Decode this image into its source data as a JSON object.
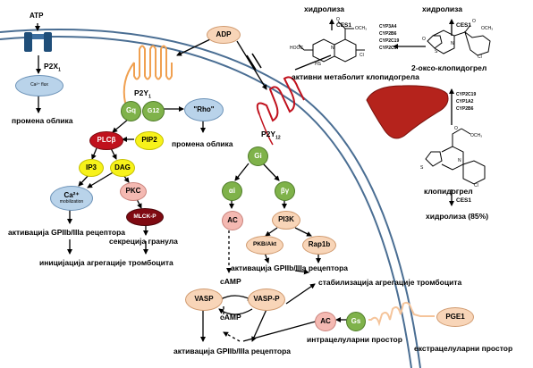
{
  "left": {
    "atp": "ATP",
    "p2x1": "P2X",
    "p2x1_sub": "1",
    "ca_flux": "Ca²⁺ flux",
    "shape_change_1": "промена облика",
    "p2y1": "P2Y",
    "p2y1_sub": "1",
    "gq": "Gq",
    "g12": "G12",
    "rho": "\"Rho\"",
    "shape_change_2": "промена облика",
    "plcb": "PLCβ",
    "pip2": "PIP2",
    "ip3": "IP3",
    "dag": "DAG",
    "ca_mob": "Ca²⁺",
    "ca_mob_sub": "mobilization",
    "pkc": "PKC",
    "mlck": "MLCK-P",
    "activation_1": "активација GPIIb/IIIa рецептора",
    "granule_secretion": "секреција гранула",
    "initiation": "иницијација агрегације тромбоцита"
  },
  "center": {
    "adp": "ADP",
    "p2y12": "P2Y",
    "p2y12_sub": "12",
    "gi": "Gi",
    "alpha_i": "αi",
    "beta_gamma": "βγ",
    "ac": "AC",
    "pi3k": "PI3K",
    "pkb": "PKB/Akt",
    "rap1b": "Rap1b",
    "activation_2": "активација GPIIb/IIIa рецептора",
    "camp_top": "cAMP",
    "vasp": "VASP",
    "vasp_p": "VASP-P",
    "camp_bottom": "cAMP",
    "activation_3": "активација GPIIb/IIIa рецептора",
    "stabilization": "стабилизација агрегације тромбоцита",
    "ac2": "AC",
    "gs": "Gs",
    "pge1": "PGE1",
    "intracellular": "интрацелуларни простор",
    "extracellular": "екстрацелуларни простор"
  },
  "right": {
    "hydrolysis_1": "хидролиза",
    "ces1_a": "CES1",
    "active_metabolite": "активни метаболит клопидогрела",
    "cyp_list_1": [
      "CYP3A4",
      "CYP2B6",
      "CYP2C19",
      "CYP2C9"
    ],
    "hydrolysis_2": "хидролиза",
    "ces1_b": "CES1",
    "oxo_clopidogrel": "2-оксо-клопидогрел",
    "cyp_list_2": [
      "CYP2C19",
      "CYP1A2",
      "CYP2B6"
    ],
    "clopidogrel": "клопидогрел",
    "ces1_c": "CES1",
    "hydrolysis_85": "хидролиза (85%)",
    "atoms": {
      "hooc": "HOOC",
      "hs": "HS",
      "n1": "N",
      "cl1": "Cl",
      "o1": "O",
      "och3_1": "OCH₃",
      "o_oxo": "O",
      "s_oxo": "S",
      "n2": "N",
      "cl2": "Cl",
      "o2": "O",
      "och3_2": "OCH₃",
      "s3": "S",
      "n3": "N",
      "cl3": "Cl",
      "o3": "O",
      "och3_3": "OCH₃"
    }
  },
  "colors": {
    "membrane": "#4a6e93",
    "receptor_blue": "#1f4e79",
    "receptor_orange": "#f0a050",
    "receptor_red": "#c0111d",
    "liver": "#b5231c",
    "g_protein": "#7fb24a",
    "plc": "#c0111d",
    "messenger": "#f7f21a",
    "ca": "#b9d3ea",
    "kinase": "#f4b9b2",
    "peach": "#f8d5b8"
  }
}
